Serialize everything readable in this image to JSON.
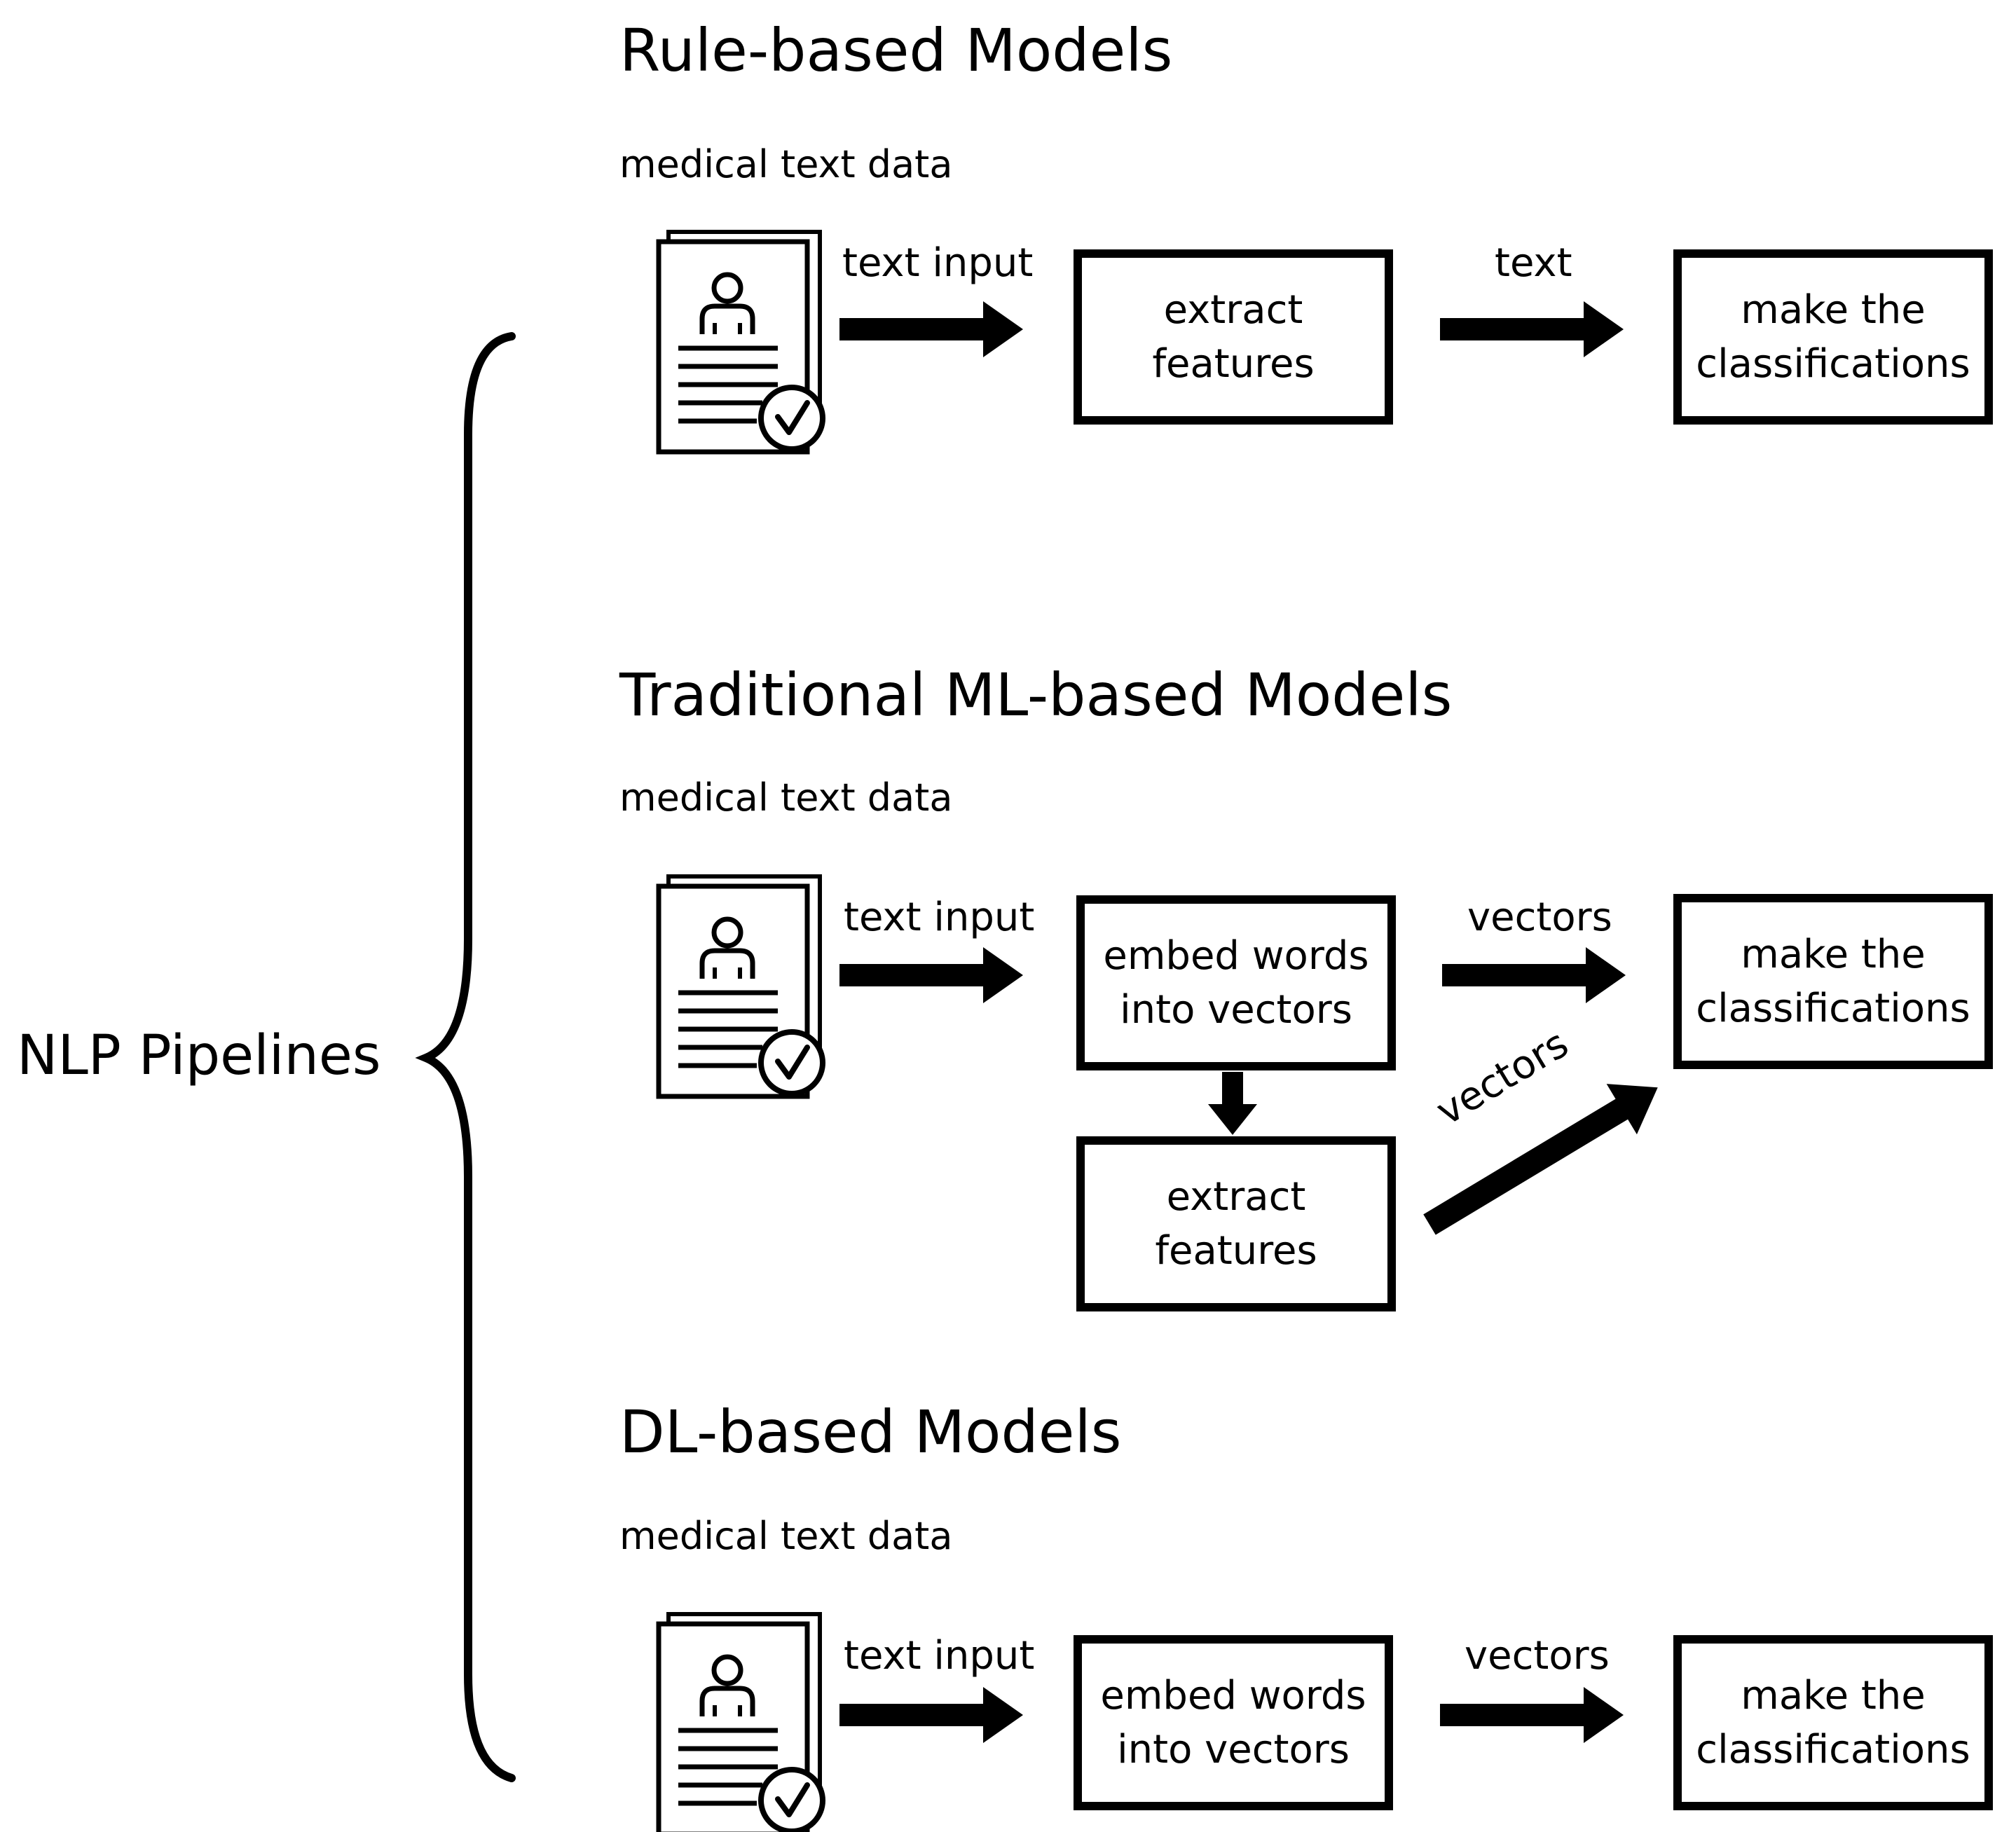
{
  "main_title": "NLP Pipelines",
  "sections": [
    {
      "title": "Rule-based Models",
      "data_label": "medical text data",
      "input_arrow_label": "text input",
      "box1_lines": [
        "extract",
        "features"
      ],
      "arrow2_label": "text",
      "box2_lines": [
        "make the",
        "classifications"
      ]
    },
    {
      "title": "Traditional ML-based Models",
      "data_label": "medical text data",
      "input_arrow_label": "text input",
      "box1_lines": [
        "embed words",
        "into vectors"
      ],
      "arrow2_label": "vectors",
      "box2_lines": [
        "make the",
        "classifications"
      ],
      "box3_lines": [
        "extract",
        "features"
      ],
      "arrow3_label": "vectors"
    },
    {
      "title": "DL-based Models",
      "data_label": "medical text data",
      "input_arrow_label": "text input",
      "box1_lines": [
        "embed words",
        "into vectors"
      ],
      "arrow2_label": "vectors",
      "box2_lines": [
        "make the",
        "classifications"
      ]
    }
  ]
}
